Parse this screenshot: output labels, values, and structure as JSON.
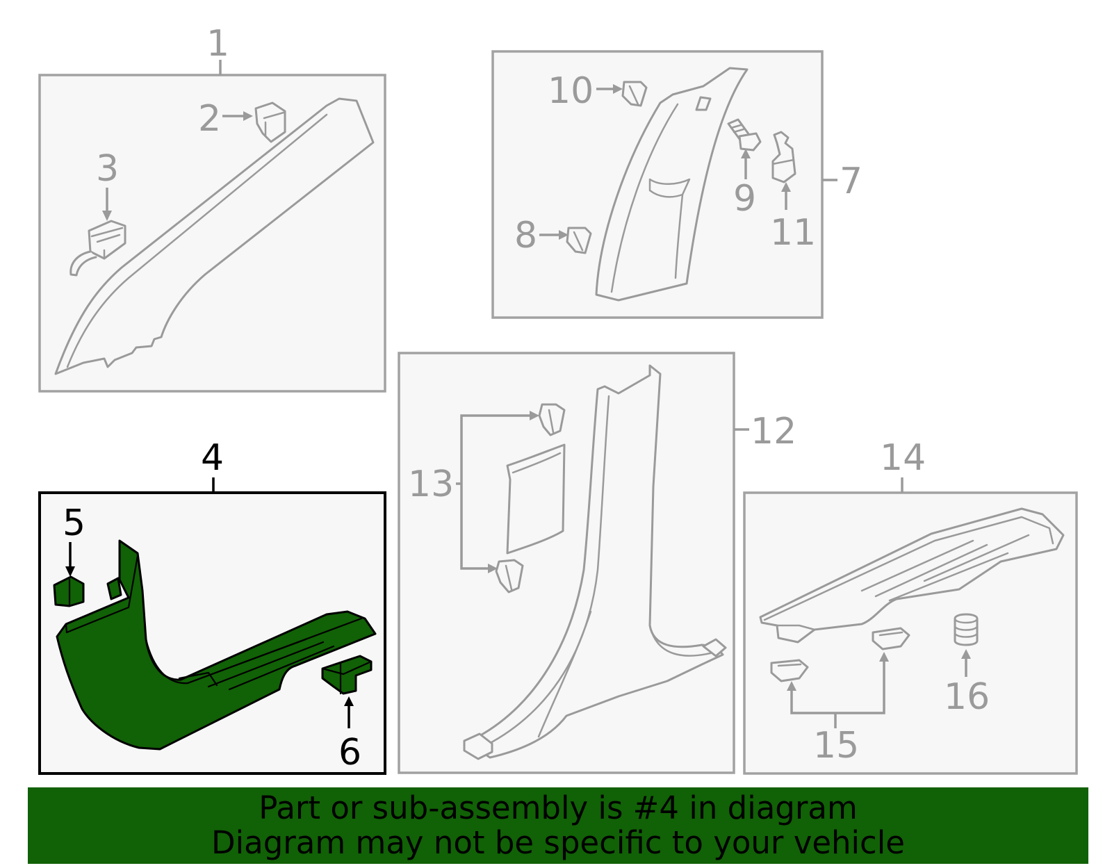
{
  "diagram": {
    "callouts": {
      "c1": "1",
      "c2": "2",
      "c3": "3",
      "c4": "4",
      "c5": "5",
      "c6": "6",
      "c7": "7",
      "c8": "8",
      "c9": "9",
      "c10": "10",
      "c11": "11",
      "c12": "12",
      "c13": "13",
      "c14": "14",
      "c15": "15",
      "c16": "16"
    },
    "highlighted_part": "4"
  },
  "colors": {
    "highlight_fill": "#116106",
    "banner_background": "#116106",
    "line_gray": "#9a9a9a",
    "panel_fill": "#f7f7f7"
  },
  "banner": {
    "line1": "Part or sub-assembly is #4 in diagram",
    "line2": "Diagram may not be specific to your vehicle"
  }
}
